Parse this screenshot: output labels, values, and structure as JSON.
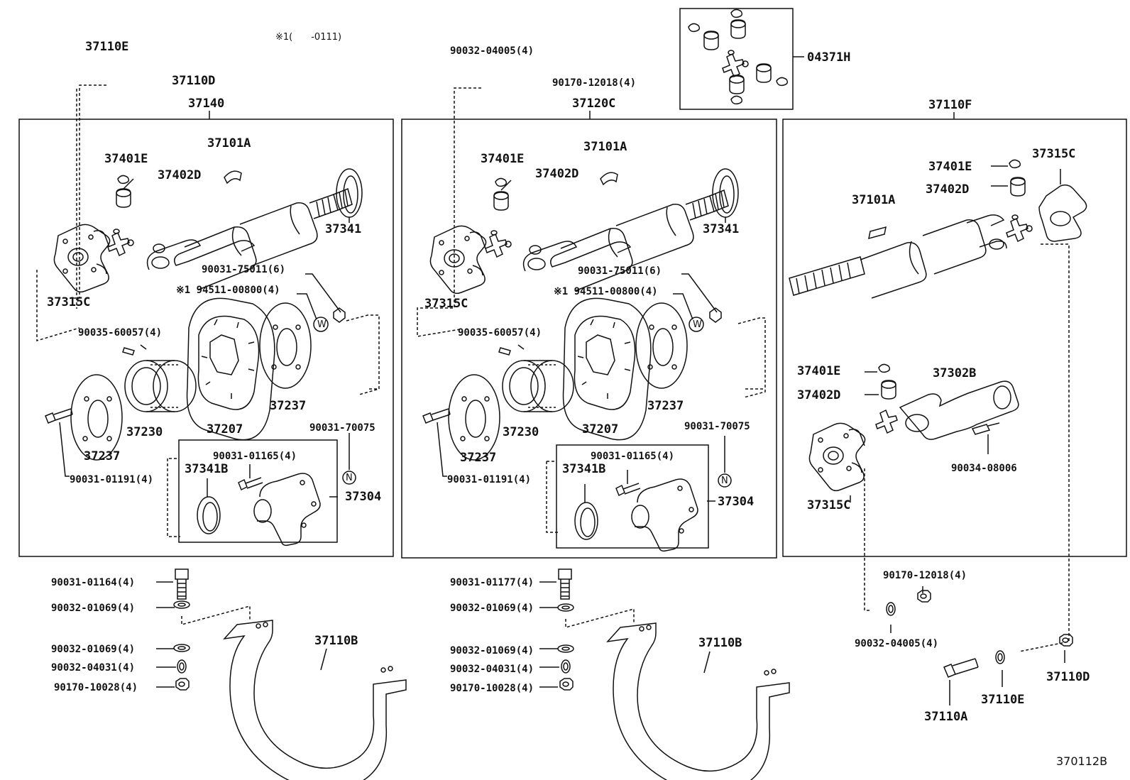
{
  "note": "※1(　　-0111)",
  "footer_code": "370112B",
  "panel_titles": {
    "left": "37140",
    "middle": "37120C",
    "right": "37110F"
  },
  "inset": {
    "code": "04371H"
  },
  "left": {
    "top_37110E": "37110E",
    "top_37110D": "37110D",
    "l_37401E": "37401E",
    "l_37402D": "37402D",
    "l_37101A": "37101A",
    "l_37341": "37341",
    "l_37315C": "37315C",
    "l_90031_75011": "90031-75011(6)",
    "l_94511": "※1 94511-00800(4)",
    "l_90035": "90035-60057(4)",
    "l_37230": "37230",
    "l_37207": "37207",
    "l_37237a": "37237",
    "l_37237b": "37237",
    "l_90031_70075": "90031-70075",
    "l_90031_01165": "90031-01165(4)",
    "l_37341B": "37341B",
    "l_37304": "37304",
    "l_90031_01191": "90031-01191(4)",
    "w_mark": "W",
    "n_mark": "N"
  },
  "middle": {
    "top_90032_04005": "90032-04005(4)",
    "top_90170_12018": "90170-12018(4)",
    "l_37401E": "37401E",
    "l_37402D": "37402D",
    "l_37101A": "37101A",
    "l_37341": "37341",
    "l_37315C": "37315C",
    "l_90031_75011": "90031-75011(6)",
    "l_94511": "※1 94511-00800(4)",
    "l_90035": "90035-60057(4)",
    "l_37230": "37230",
    "l_37207": "37207",
    "l_37237a": "37237",
    "l_37237b": "37237",
    "l_90031_70075": "90031-70075",
    "l_90031_01165": "90031-01165(4)",
    "l_37341B": "37341B",
    "l_37304": "37304",
    "l_90031_01191": "90031-01191(4)",
    "w_mark": "W",
    "n_mark": "N"
  },
  "right": {
    "l_37401E_a": "37401E",
    "l_37402D_a": "37402D",
    "l_37315C_a": "37315C",
    "l_37101A": "37101A",
    "l_37401E_b": "37401E",
    "l_37402D_b": "37402D",
    "l_37302B": "37302B",
    "l_37315C_b": "37315C",
    "l_90034": "90034-08006"
  },
  "bottom_left": {
    "l_90031_01164": "90031-01164(4)",
    "l_90032_01069a": "90032-01069(4)",
    "l_90032_01069b": "90032-01069(4)",
    "l_90032_04031": "90032-04031(4)",
    "l_90170_10028": "90170-10028(4)",
    "l_37110B": "37110B"
  },
  "bottom_middle": {
    "l_90031_01177": "90031-01177(4)",
    "l_90032_01069a": "90032-01069(4)",
    "l_90032_01069b": "90032-01069(4)",
    "l_90032_04031": "90032-04031(4)",
    "l_90170_10028": "90170-10028(4)",
    "l_37110B": "37110B"
  },
  "bottom_right": {
    "l_90170_12018": "90170-12018(4)",
    "l_90032_04005": "90032-04005(4)",
    "l_37110D": "37110D",
    "l_37110E": "37110E",
    "l_37110A": "37110A"
  }
}
